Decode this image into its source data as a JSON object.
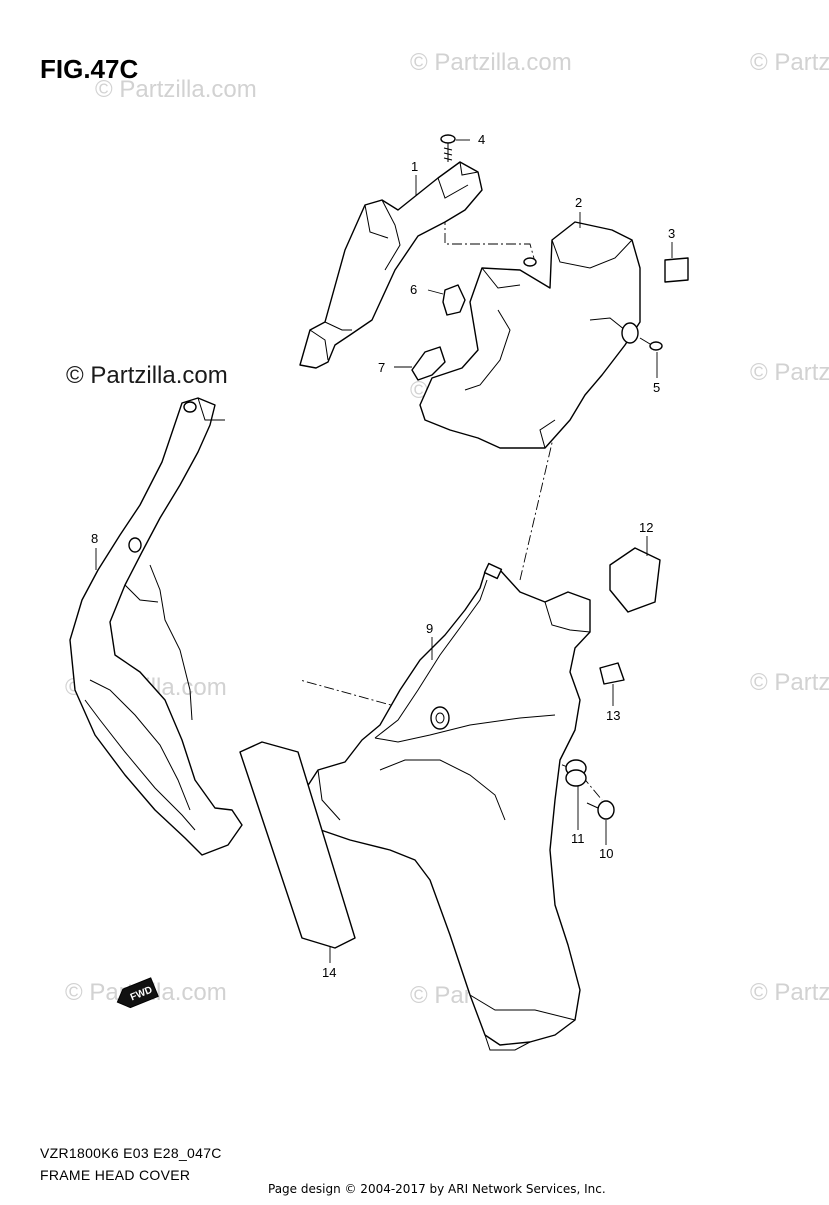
{
  "figure": {
    "title": "FIG.47C",
    "model_code": "VZR1800K6 E03 E28_047C",
    "section_name": "FRAME HEAD COVER",
    "credit": "Page design © 2004-2017 by ARI Network Services, Inc.",
    "fwd_label": "FWD"
  },
  "watermark": {
    "text": "© Partzilla.com",
    "clipped_text": "© Partz",
    "dark_text": "© Partzilla.com",
    "color": "#d2d2d2"
  },
  "callouts": [
    "1",
    "2",
    "3",
    "4",
    "5",
    "6",
    "7",
    "8",
    "9",
    "10",
    "11",
    "12",
    "13",
    "14"
  ]
}
